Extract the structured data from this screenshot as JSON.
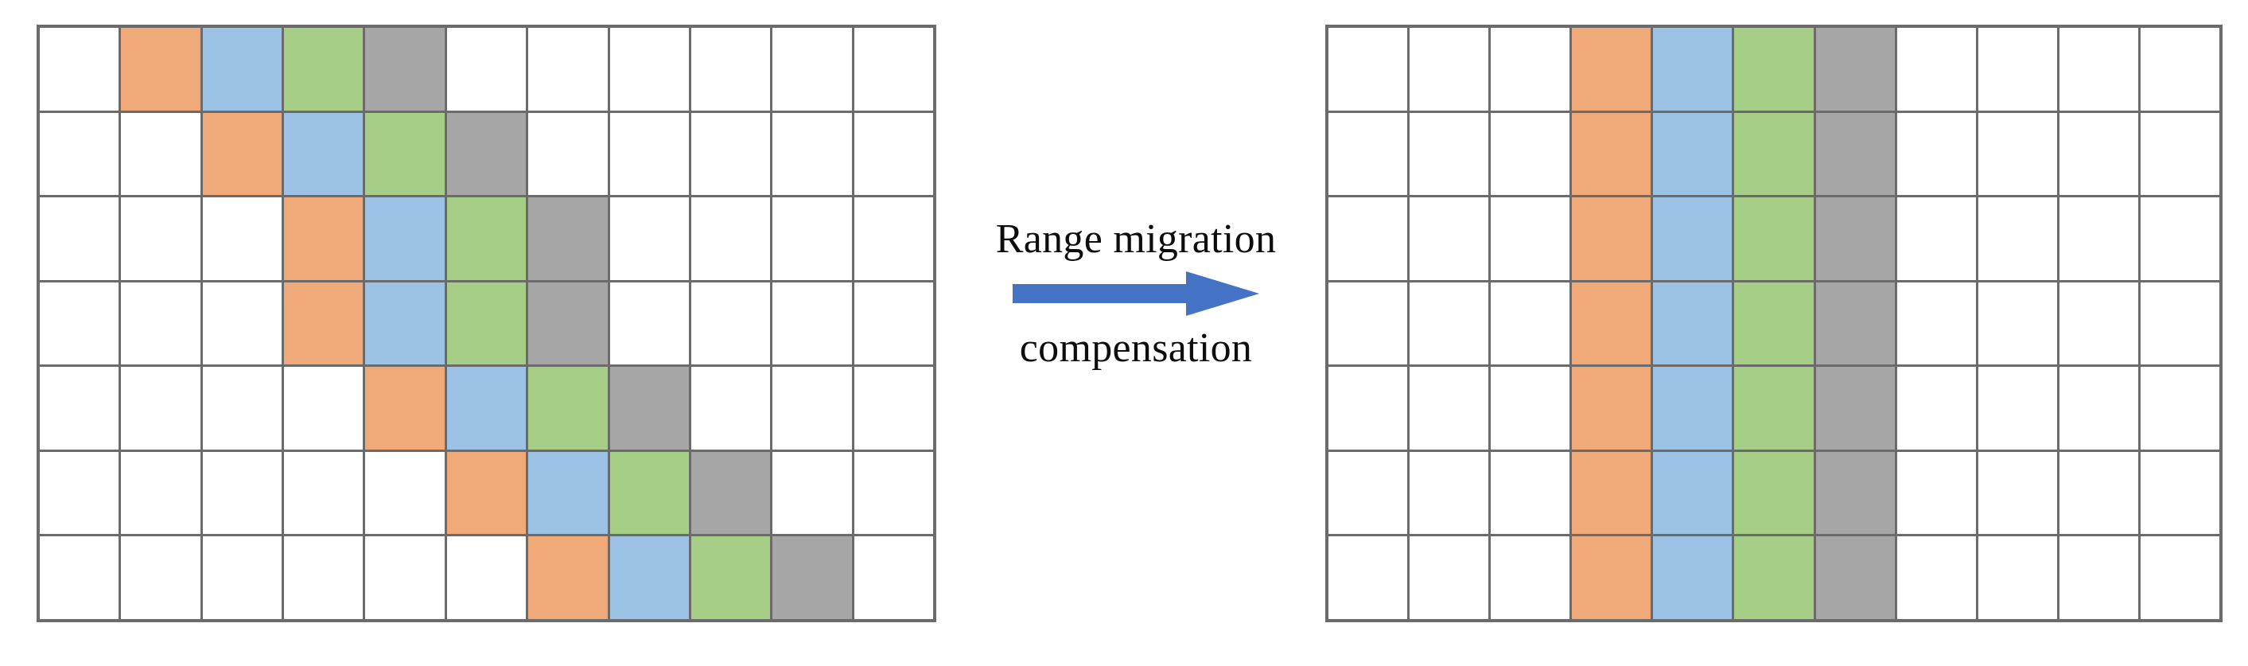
{
  "figure": {
    "type": "diagram",
    "title": "Range migration compensation illustration",
    "background_color": "#ffffff"
  },
  "palette": {
    "orange": "#f0a978",
    "blue": "#9cc3e5",
    "green": "#a7ce86",
    "gray": "#a6a6a6",
    "empty": "#ffffff",
    "grid_line": "#6b6b6b",
    "arrow": "#4472c4",
    "text": "#0d0d0d"
  },
  "annotation": {
    "line1": "Range migration",
    "line2": "compensation",
    "arrow_icon": "right-arrow-icon",
    "arrow_color": "#4472c4",
    "arrow_direction": "right"
  },
  "grids": [
    {
      "id": "left",
      "name": "before-compensation-grid",
      "rows": 7,
      "cols": 11,
      "description": "Range-migrated echo: the four-colour target block drifts one cell right as the pulse index increases",
      "block_colors": [
        "orange",
        "blue",
        "green",
        "gray"
      ],
      "block_start_col_by_row": [
        2,
        3,
        4,
        4,
        5,
        6,
        7
      ],
      "matrix": [
        [
          "",
          "orange",
          "blue",
          "green",
          "gray",
          "",
          "",
          "",
          "",
          "",
          ""
        ],
        [
          "",
          "",
          "orange",
          "blue",
          "green",
          "gray",
          "",
          "",
          "",
          "",
          ""
        ],
        [
          "",
          "",
          "",
          "orange",
          "blue",
          "green",
          "gray",
          "",
          "",
          "",
          ""
        ],
        [
          "",
          "",
          "",
          "orange",
          "blue",
          "green",
          "gray",
          "",
          "",
          "",
          ""
        ],
        [
          "",
          "",
          "",
          "",
          "orange",
          "blue",
          "green",
          "gray",
          "",
          "",
          ""
        ],
        [
          "",
          "",
          "",
          "",
          "",
          "orange",
          "blue",
          "green",
          "gray",
          "",
          ""
        ],
        [
          "",
          "",
          "",
          "",
          "",
          "",
          "orange",
          "blue",
          "green",
          "gray",
          ""
        ]
      ]
    },
    {
      "id": "right",
      "name": "after-compensation-grid",
      "rows": 7,
      "cols": 11,
      "description": "Compensated echo: the four-colour target block is aligned in the same range cells for every pulse",
      "block_colors": [
        "orange",
        "blue",
        "green",
        "gray"
      ],
      "block_start_col_by_row": [
        4,
        4,
        4,
        4,
        4,
        4,
        4
      ],
      "matrix": [
        [
          "",
          "",
          "",
          "orange",
          "blue",
          "green",
          "gray",
          "",
          "",
          "",
          ""
        ],
        [
          "",
          "",
          "",
          "orange",
          "blue",
          "green",
          "gray",
          "",
          "",
          "",
          ""
        ],
        [
          "",
          "",
          "",
          "orange",
          "blue",
          "green",
          "gray",
          "",
          "",
          "",
          ""
        ],
        [
          "",
          "",
          "",
          "orange",
          "blue",
          "green",
          "gray",
          "",
          "",
          "",
          ""
        ],
        [
          "",
          "",
          "",
          "orange",
          "blue",
          "green",
          "gray",
          "",
          "",
          "",
          ""
        ],
        [
          "",
          "",
          "",
          "orange",
          "blue",
          "green",
          "gray",
          "",
          "",
          "",
          ""
        ],
        [
          "",
          "",
          "",
          "orange",
          "blue",
          "green",
          "gray",
          "",
          "",
          "",
          ""
        ]
      ]
    }
  ]
}
